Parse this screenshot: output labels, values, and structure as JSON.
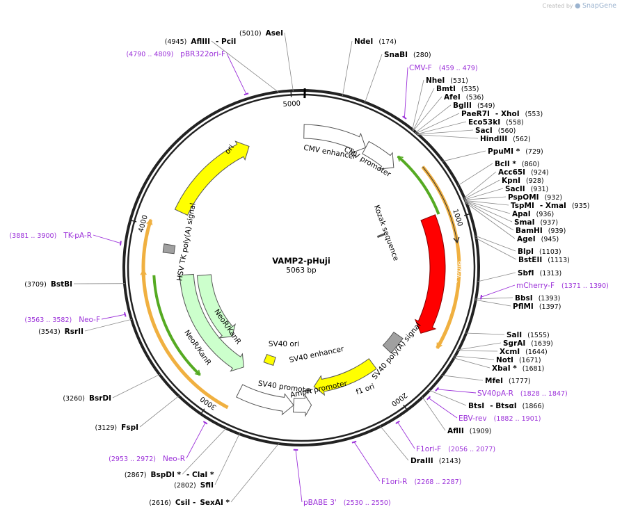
{
  "watermark": {
    "prefix": "Created by",
    "brand": "SnapGene"
  },
  "plasmid": {
    "name": "VAMP2-pHuji",
    "length_label": "5063 bp",
    "length": 5063
  },
  "colors": {
    "backbone": "#222222",
    "mApple": "#ff0000",
    "ori": "#ffff00",
    "f1ori": "#ffff00",
    "neo": "#ccffcc",
    "promoter": "#ffffff",
    "polyA": "#a0a0a0",
    "primer": "#9b30d9",
    "orf": "#f0b040",
    "green_orf": "#55aa22"
  },
  "ticks": [
    {
      "pos": 1000,
      "label": "1000"
    },
    {
      "pos": 2000,
      "label": "2000"
    },
    {
      "pos": 3000,
      "label": "3000"
    },
    {
      "pos": 4000,
      "label": "4000"
    },
    {
      "pos": 5000,
      "label": "5000"
    }
  ],
  "sites": [
    {
      "name": "AseI",
      "pos_label": "(5010)",
      "pos": 5010
    },
    {
      "name": "AflIII",
      "alt": "PciI",
      "pos_label": "(4945)",
      "pos": 4945
    },
    {
      "name": "NdeI",
      "pos_label": "(174)",
      "pos": 174
    },
    {
      "name": "SnaBI",
      "pos_label": "(280)",
      "pos": 280
    },
    {
      "name": "NheI",
      "pos_label": "(531)",
      "pos": 531
    },
    {
      "name": "BmtI",
      "pos_label": "(535)",
      "pos": 535
    },
    {
      "name": "AfeI",
      "pos_label": "(536)",
      "pos": 536
    },
    {
      "name": "BglII",
      "pos_label": "(549)",
      "pos": 549
    },
    {
      "name": "PaeR7I",
      "alt": "XhoI",
      "pos_label": "(553)",
      "pos": 553
    },
    {
      "name": "Eco53kI",
      "pos_label": "(558)",
      "pos": 558
    },
    {
      "name": "SacI",
      "pos_label": "(560)",
      "pos": 560
    },
    {
      "name": "HindIII",
      "pos_label": "(562)",
      "pos": 562
    },
    {
      "name": "PpuMI *",
      "pos_label": "(729)",
      "pos": 729
    },
    {
      "name": "BclI *",
      "pos_label": "(860)",
      "pos": 860
    },
    {
      "name": "Acc65I",
      "pos_label": "(924)",
      "pos": 924
    },
    {
      "name": "KpnI",
      "pos_label": "(928)",
      "pos": 928
    },
    {
      "name": "SacII",
      "pos_label": "(931)",
      "pos": 931
    },
    {
      "name": "PspOMI",
      "pos_label": "(932)",
      "pos": 932
    },
    {
      "name": "TspMI",
      "alt": "XmaI",
      "pos_label": "(935)",
      "pos": 935
    },
    {
      "name": "ApaI",
      "pos_label": "(936)",
      "pos": 936
    },
    {
      "name": "SmaI",
      "pos_label": "(937)",
      "pos": 937
    },
    {
      "name": "BamHI",
      "pos_label": "(939)",
      "pos": 939
    },
    {
      "name": "AgeI",
      "pos_label": "(945)",
      "pos": 945
    },
    {
      "name": "BlpI",
      "pos_label": "(1103)",
      "pos": 1103
    },
    {
      "name": "BstEII",
      "pos_label": "(1113)",
      "pos": 1113
    },
    {
      "name": "SbfI",
      "pos_label": "(1313)",
      "pos": 1313
    },
    {
      "name": "BbsI",
      "pos_label": "(1393)",
      "pos": 1393
    },
    {
      "name": "PflMI",
      "pos_label": "(1397)",
      "pos": 1397
    },
    {
      "name": "SalI",
      "pos_label": "(1555)",
      "pos": 1555
    },
    {
      "name": "SgrAI",
      "pos_label": "(1639)",
      "pos": 1639
    },
    {
      "name": "XcmI",
      "pos_label": "(1644)",
      "pos": 1644
    },
    {
      "name": "NotI",
      "pos_label": "(1671)",
      "pos": 1671
    },
    {
      "name": "XbaI *",
      "pos_label": "(1681)",
      "pos": 1681
    },
    {
      "name": "MfeI",
      "pos_label": "(1777)",
      "pos": 1777
    },
    {
      "name": "BtsI",
      "alt": "BtsαI",
      "pos_label": "(1866)",
      "pos": 1866
    },
    {
      "name": "AflII",
      "pos_label": "(1909)",
      "pos": 1909
    },
    {
      "name": "DraIII",
      "pos_label": "(2143)",
      "pos": 2143
    },
    {
      "name": "SexAI *",
      "alt_prefix": "CsiI",
      "pos_label": "(2616)",
      "pos": 2616
    },
    {
      "name": "SfiI",
      "pos_label": "(2802)",
      "pos": 2802
    },
    {
      "name": "BspDI *",
      "alt": "ClaI *",
      "pos_label": "(2867)",
      "pos": 2867
    },
    {
      "name": "FspI",
      "pos_label": "(3129)",
      "pos": 3129
    },
    {
      "name": "BsrDI",
      "pos_label": "(3260)",
      "pos": 3260
    },
    {
      "name": "RsrII",
      "pos_label": "(3543)",
      "pos": 3543
    },
    {
      "name": "BstBI",
      "pos_label": "(3709)",
      "pos": 3709
    }
  ],
  "primers": [
    {
      "name": "pBR322ori-F",
      "range": "(4790 .. 4809)",
      "pos": 4800
    },
    {
      "name": "CMV-F",
      "range": "(459 .. 479)",
      "pos": 469
    },
    {
      "name": "mCherry-F",
      "range": "(1371 .. 1390)",
      "pos": 1380
    },
    {
      "name": "SV40pA-R",
      "range": "(1828 .. 1847)",
      "pos": 1838
    },
    {
      "name": "EBV-rev",
      "range": "(1882 .. 1901)",
      "pos": 1892
    },
    {
      "name": "F1ori-F",
      "range": "(2056 .. 2077)",
      "pos": 2066
    },
    {
      "name": "F1ori-R",
      "range": "(2268 .. 2287)",
      "pos": 2278
    },
    {
      "name": "pBABE 3'",
      "range": "(2530 .. 2550)",
      "pos": 2540
    },
    {
      "name": "Neo-R",
      "range": "(2953 .. 2972)",
      "pos": 2962
    },
    {
      "name": "Neo-F",
      "range": "(3563 .. 3582)",
      "pos": 3572
    },
    {
      "name": "TK-pA-R",
      "range": "(3881 .. 3900)",
      "pos": 3890
    }
  ],
  "features": [
    {
      "name": "CMV enhancer",
      "start": 0,
      "end": 380,
      "dir": 1,
      "kind": "promoter"
    },
    {
      "name": "CMV promoter",
      "start": 380,
      "end": 584,
      "dir": 1,
      "kind": "promoter"
    },
    {
      "name": "mApple",
      "start": 946,
      "end": 1654,
      "dir": 1,
      "kind": "mApple"
    },
    {
      "name": "SV40 poly(A) signal",
      "start": 1740,
      "end": 1862,
      "dir": 0,
      "kind": "polyA"
    },
    {
      "name": "f1 ori",
      "start": 2000,
      "end": 2430,
      "dir": 1,
      "kind": "f1ori"
    },
    {
      "name": "AmpR promoter",
      "start": 2456,
      "end": 2560,
      "dir": -1,
      "kind": "promoter"
    },
    {
      "name": "SV40 promoter",
      "start": 2560,
      "end": 2890,
      "dir": -1,
      "kind": "promoter"
    },
    {
      "name": "SV40 ori",
      "start": 2740,
      "end": 2820,
      "dir": 0,
      "kind": "ori_box"
    },
    {
      "name": "SV40 enhancer",
      "start": 2600,
      "end": 2740,
      "dir": 0,
      "kind": "text_only"
    },
    {
      "name": "NeoR/KanR",
      "start": 2938,
      "end": 3732,
      "dir": -1,
      "kind": "neo"
    },
    {
      "name": "NeoR/KanR",
      "start": 3150,
      "end": 3720,
      "dir": -1,
      "kind": "neo_inner"
    },
    {
      "name": "HSV TK poly(A) signal",
      "start": 3870,
      "end": 3920,
      "dir": 0,
      "kind": "polyA"
    },
    {
      "name": "ori",
      "start": 4130,
      "end": 4720,
      "dir": 1,
      "kind": "ori"
    },
    {
      "name": "Kozak sequence",
      "start": 940,
      "end": 950,
      "dir": 0,
      "kind": "kozak"
    }
  ]
}
